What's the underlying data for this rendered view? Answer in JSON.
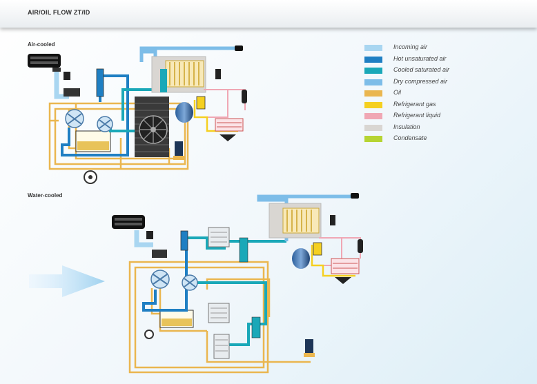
{
  "header": {
    "title": "AIR/OIL FLOW ZT/ID"
  },
  "sections": {
    "air_cooled": "Air-cooled",
    "water_cooled": "Water-cooled"
  },
  "legend": [
    {
      "label": "Incoming air",
      "color": "#a9d6f1"
    },
    {
      "label": "Hot unsaturated air",
      "color": "#1f7fc3"
    },
    {
      "label": "Cooled saturated air",
      "color": "#1aa8b8"
    },
    {
      "label": "Dry compressed air",
      "color": "#7dbde8"
    },
    {
      "label": "Oil",
      "color": "#eab64f"
    },
    {
      "label": "Refrigerant gas",
      "color": "#f5d020"
    },
    {
      "label": "Refrigerant liquid",
      "color": "#f0a7b4"
    },
    {
      "label": "Insulation",
      "color": "#d9d6d2"
    },
    {
      "label": "Condensate",
      "color": "#b6d433"
    }
  ]
}
